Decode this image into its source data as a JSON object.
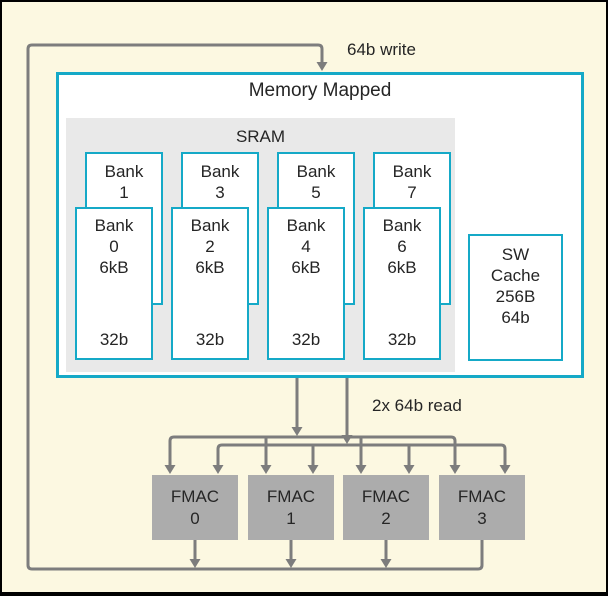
{
  "diagram": {
    "write_label": "64b write",
    "read_label": "2x 64b read",
    "memory_mapped": {
      "title": "Memory Mapped"
    },
    "sram": {
      "title": "SRAM",
      "back_banks": [
        {
          "name": "Bank",
          "number": "1"
        },
        {
          "name": "Bank",
          "number": "3"
        },
        {
          "name": "Bank",
          "number": "5"
        },
        {
          "name": "Bank",
          "number": "7"
        }
      ],
      "front_banks": [
        {
          "name": "Bank",
          "number": "0",
          "size": "6kB",
          "bus": "32b"
        },
        {
          "name": "Bank",
          "number": "2",
          "size": "6kB",
          "bus": "32b"
        },
        {
          "name": "Bank",
          "number": "4",
          "size": "6kB",
          "bus": "32b"
        },
        {
          "name": "Bank",
          "number": "6",
          "size": "6kB",
          "bus": "32b"
        }
      ]
    },
    "sw_cache": {
      "line1": "SW",
      "line2": "Cache",
      "line3": "256B",
      "bus": "64b"
    },
    "fmacs": [
      {
        "name": "FMAC",
        "number": "0"
      },
      {
        "name": "FMAC",
        "number": "1"
      },
      {
        "name": "FMAC",
        "number": "2"
      },
      {
        "name": "FMAC",
        "number": "3"
      }
    ]
  },
  "colors": {
    "accent_cyan": "#15a9c7",
    "wire_gray": "#7d7d7d",
    "background_cream": "#fcf8e1",
    "sram_background": "#e9e9e9",
    "fmac_background": "#acacac",
    "text": "#252525",
    "frame": "#000000"
  }
}
